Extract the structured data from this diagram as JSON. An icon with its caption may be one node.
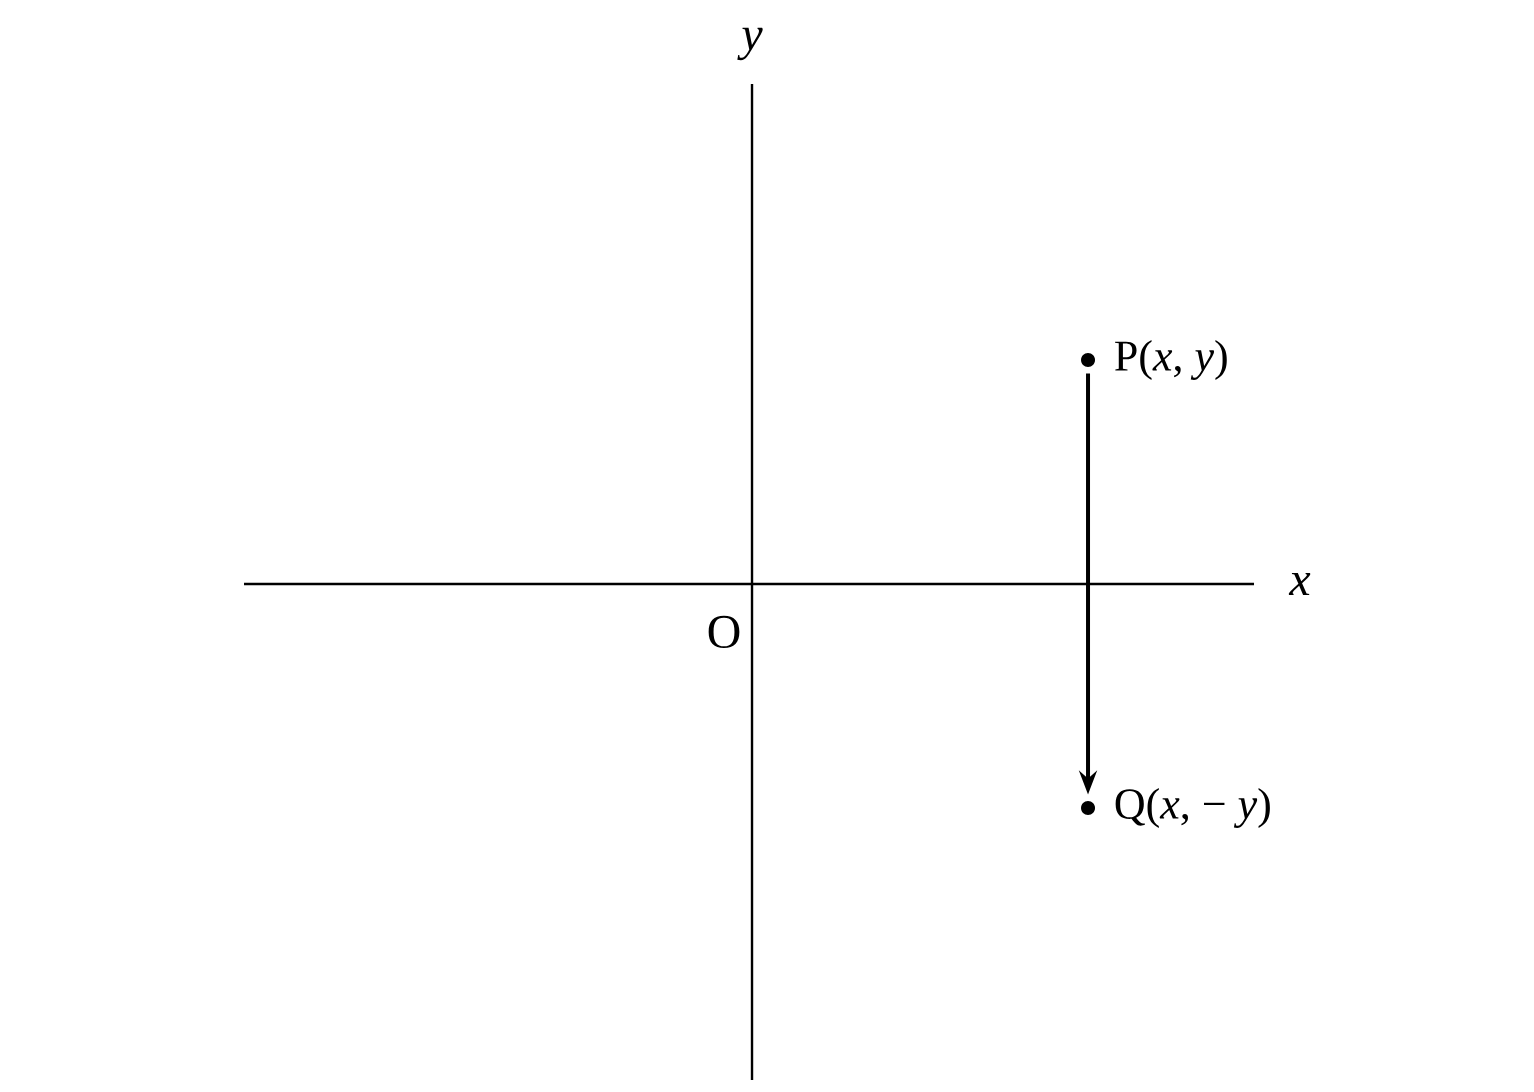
{
  "diagram": {
    "nodes": [
      {
        "text": [],
        "shape": "circle",
        "beside": [
          "P(*x*,  *y*)"
        ]
      },
      {
        "text": [],
        "shape": "circle",
        "beside": [
          "Q(*x*,  − *y*)"
        ]
      }
    ],
    "edges": [
      {
        "from": 0,
        "to": 1,
        "arrow": "to"
      }
    ],
    "labels": [
      "*y*",
      "*x*",
      "O"
    ]
  }
}
